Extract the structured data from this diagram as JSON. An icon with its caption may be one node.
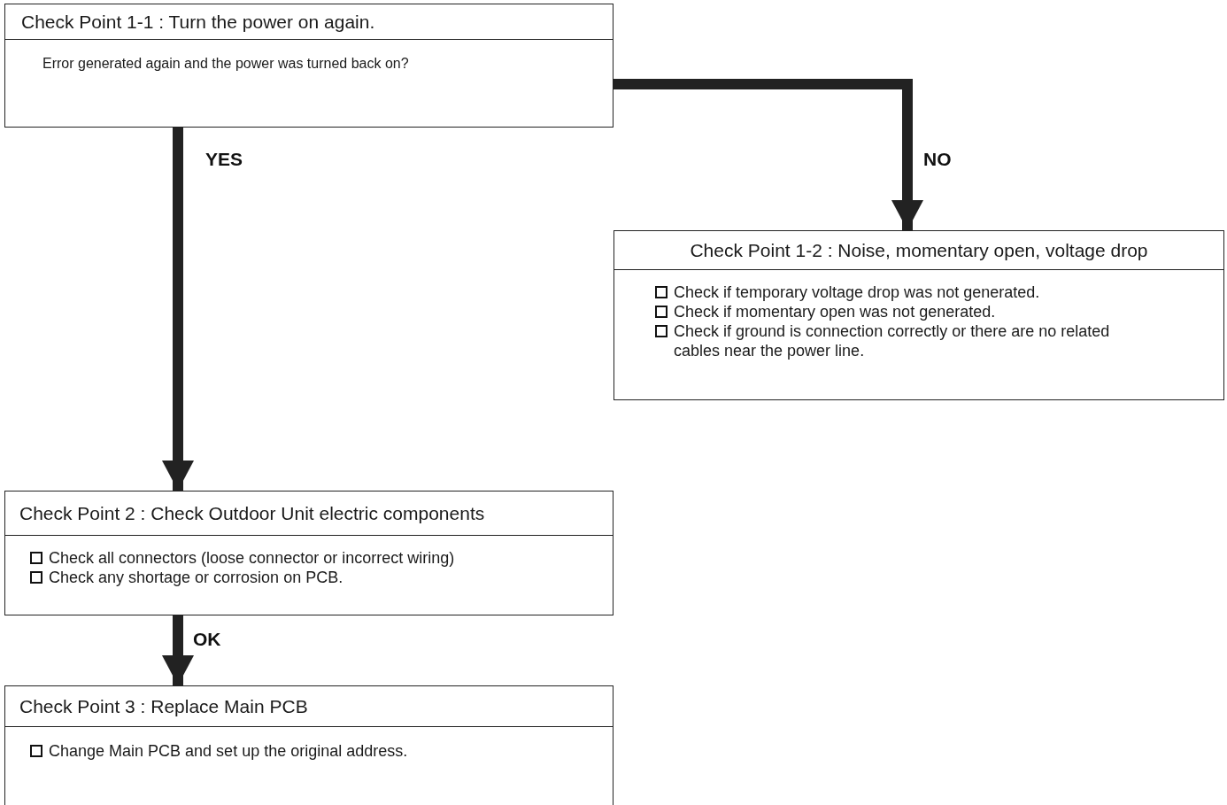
{
  "diagram": {
    "nodes": [
      {
        "text": [
          "Check Point 1-1 : Turn the power on again.",
          "Error generated again and the power was turned back on?"
        ]
      },
      {
        "text": [
          "Check Point 1-2 :  Noise, momentary open, voltage drop",
          "Check if temporary voltage drop was not generated.",
          "Check if momentary open was not generated.",
          "Check if ground is connection correctly or there are no related cables near the power line."
        ]
      },
      {
        "text": [
          "Check Point 2 : Check Outdoor Unit electric components",
          "Check all connectors (loose connector or incorrect wiring)",
          "Check any shortage or corrosion on PCB."
        ]
      },
      {
        "text": [
          "Check Point 3 : Replace Main PCB",
          "Change Main PCB and set up the original address."
        ]
      }
    ],
    "edges": [
      {
        "from": 0,
        "to": 1,
        "arrow": "to",
        "label": "NO"
      },
      {
        "from": 0,
        "to": 2,
        "arrow": "to",
        "label": "YES"
      },
      {
        "from": 2,
        "to": 3,
        "arrow": "to",
        "label": "OK"
      }
    ]
  }
}
